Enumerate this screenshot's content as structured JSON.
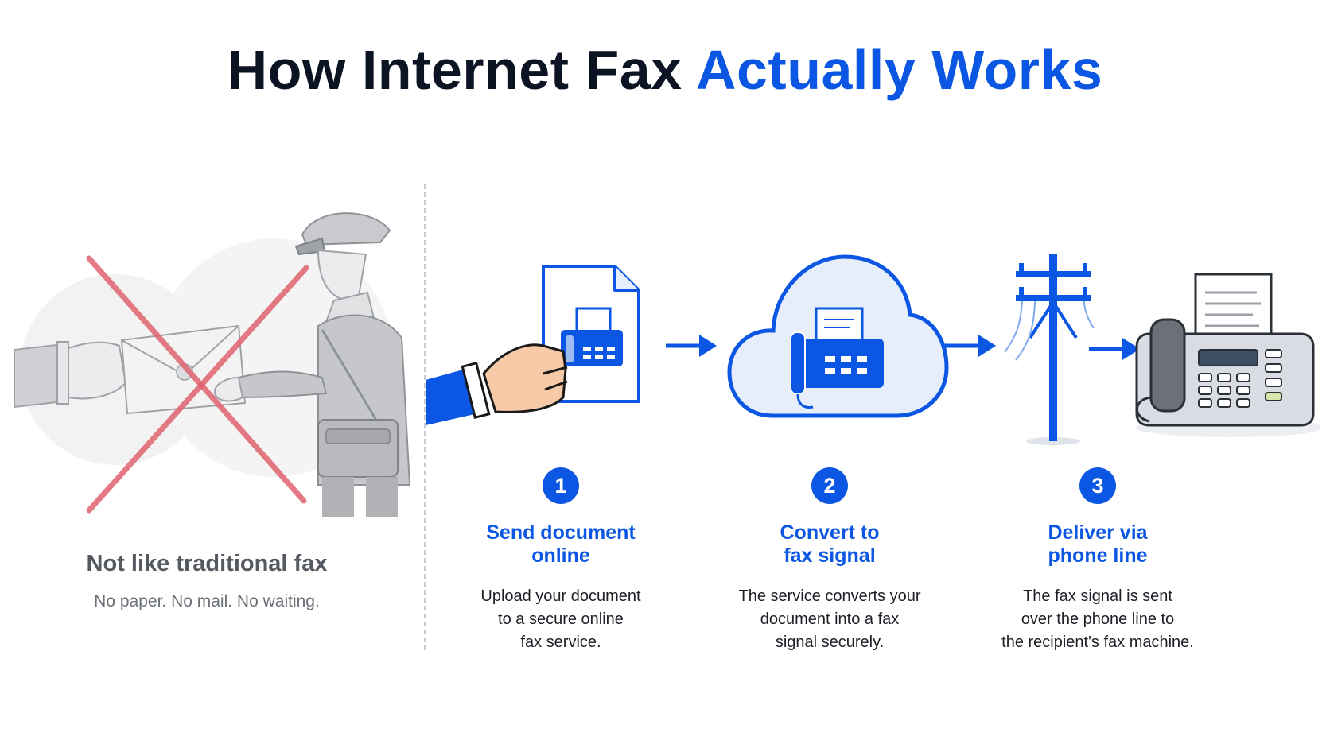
{
  "title": {
    "main": "How Internet Fax",
    "accent": "Actually Works"
  },
  "colors": {
    "accent": "#0b57e3",
    "cross": "#e0636f",
    "muted": "#9a9ea4"
  },
  "traditional": {
    "heading": "Not like traditional fax",
    "subtext": "No paper. No mail. No waiting.",
    "icons": [
      "envelope-icon",
      "mail-carrier-icon",
      "cross-mark-icon"
    ]
  },
  "steps": [
    {
      "number": "1",
      "title_lines": [
        "Send document",
        "online"
      ],
      "desc_lines": [
        "Upload your document",
        "to a secure online",
        "fax service."
      ],
      "icon": "document-fax-icon"
    },
    {
      "number": "2",
      "title_lines": [
        "Convert to",
        "fax signal"
      ],
      "desc_lines": [
        "The service converts your",
        "document into a fax",
        "signal securely."
      ],
      "icon": "cloud-fax-icon"
    },
    {
      "number": "3",
      "title_lines": [
        "Deliver via",
        "phone line"
      ],
      "desc_lines": [
        "The fax signal is sent",
        "over the phone line to",
        "the recipient's fax machine."
      ],
      "icon": "telephone-pole-icon"
    }
  ]
}
